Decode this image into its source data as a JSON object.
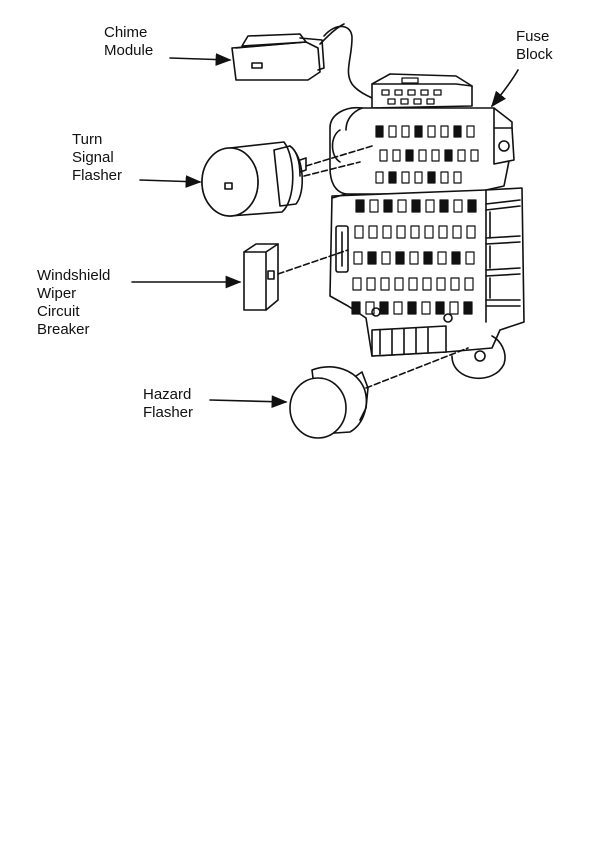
{
  "labels": {
    "chime_module": [
      "Chime",
      "Module"
    ],
    "fuse_block": [
      "Fuse",
      "Block"
    ],
    "turn_signal_flasher": [
      "Turn",
      "Signal",
      "Flasher"
    ],
    "windshield_wiper_circuit_breaker": [
      "Windshield",
      "Wiper",
      "Circuit",
      "Breaker"
    ],
    "hazard_flasher": [
      "Hazard",
      "Flasher"
    ]
  },
  "colors": {
    "ink": "#111111",
    "paper": "#ffffff"
  }
}
